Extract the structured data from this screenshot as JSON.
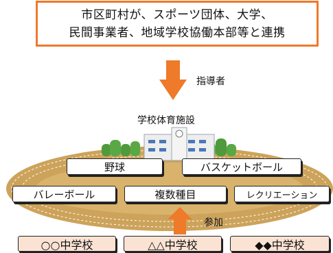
{
  "top_box": {
    "line1": "市区町村が、スポーツ団体、大学、",
    "line2": "民間事業者、地域学校協働本部等と連携"
  },
  "labels": {
    "guidance": "指導者",
    "facility": "学校体育施設",
    "participation": "参加"
  },
  "activities": [
    "野球",
    "バスケットボール",
    "バレーボール",
    "複数種目",
    "レクリエーション"
  ],
  "schools": [
    "○○中学校",
    "△△中学校",
    "◆◆中学校"
  ],
  "colors": {
    "accent": "#ee7a2a",
    "school_fill": "#fbe3d4",
    "track": "#cda35b",
    "field": "#d9b36c"
  }
}
